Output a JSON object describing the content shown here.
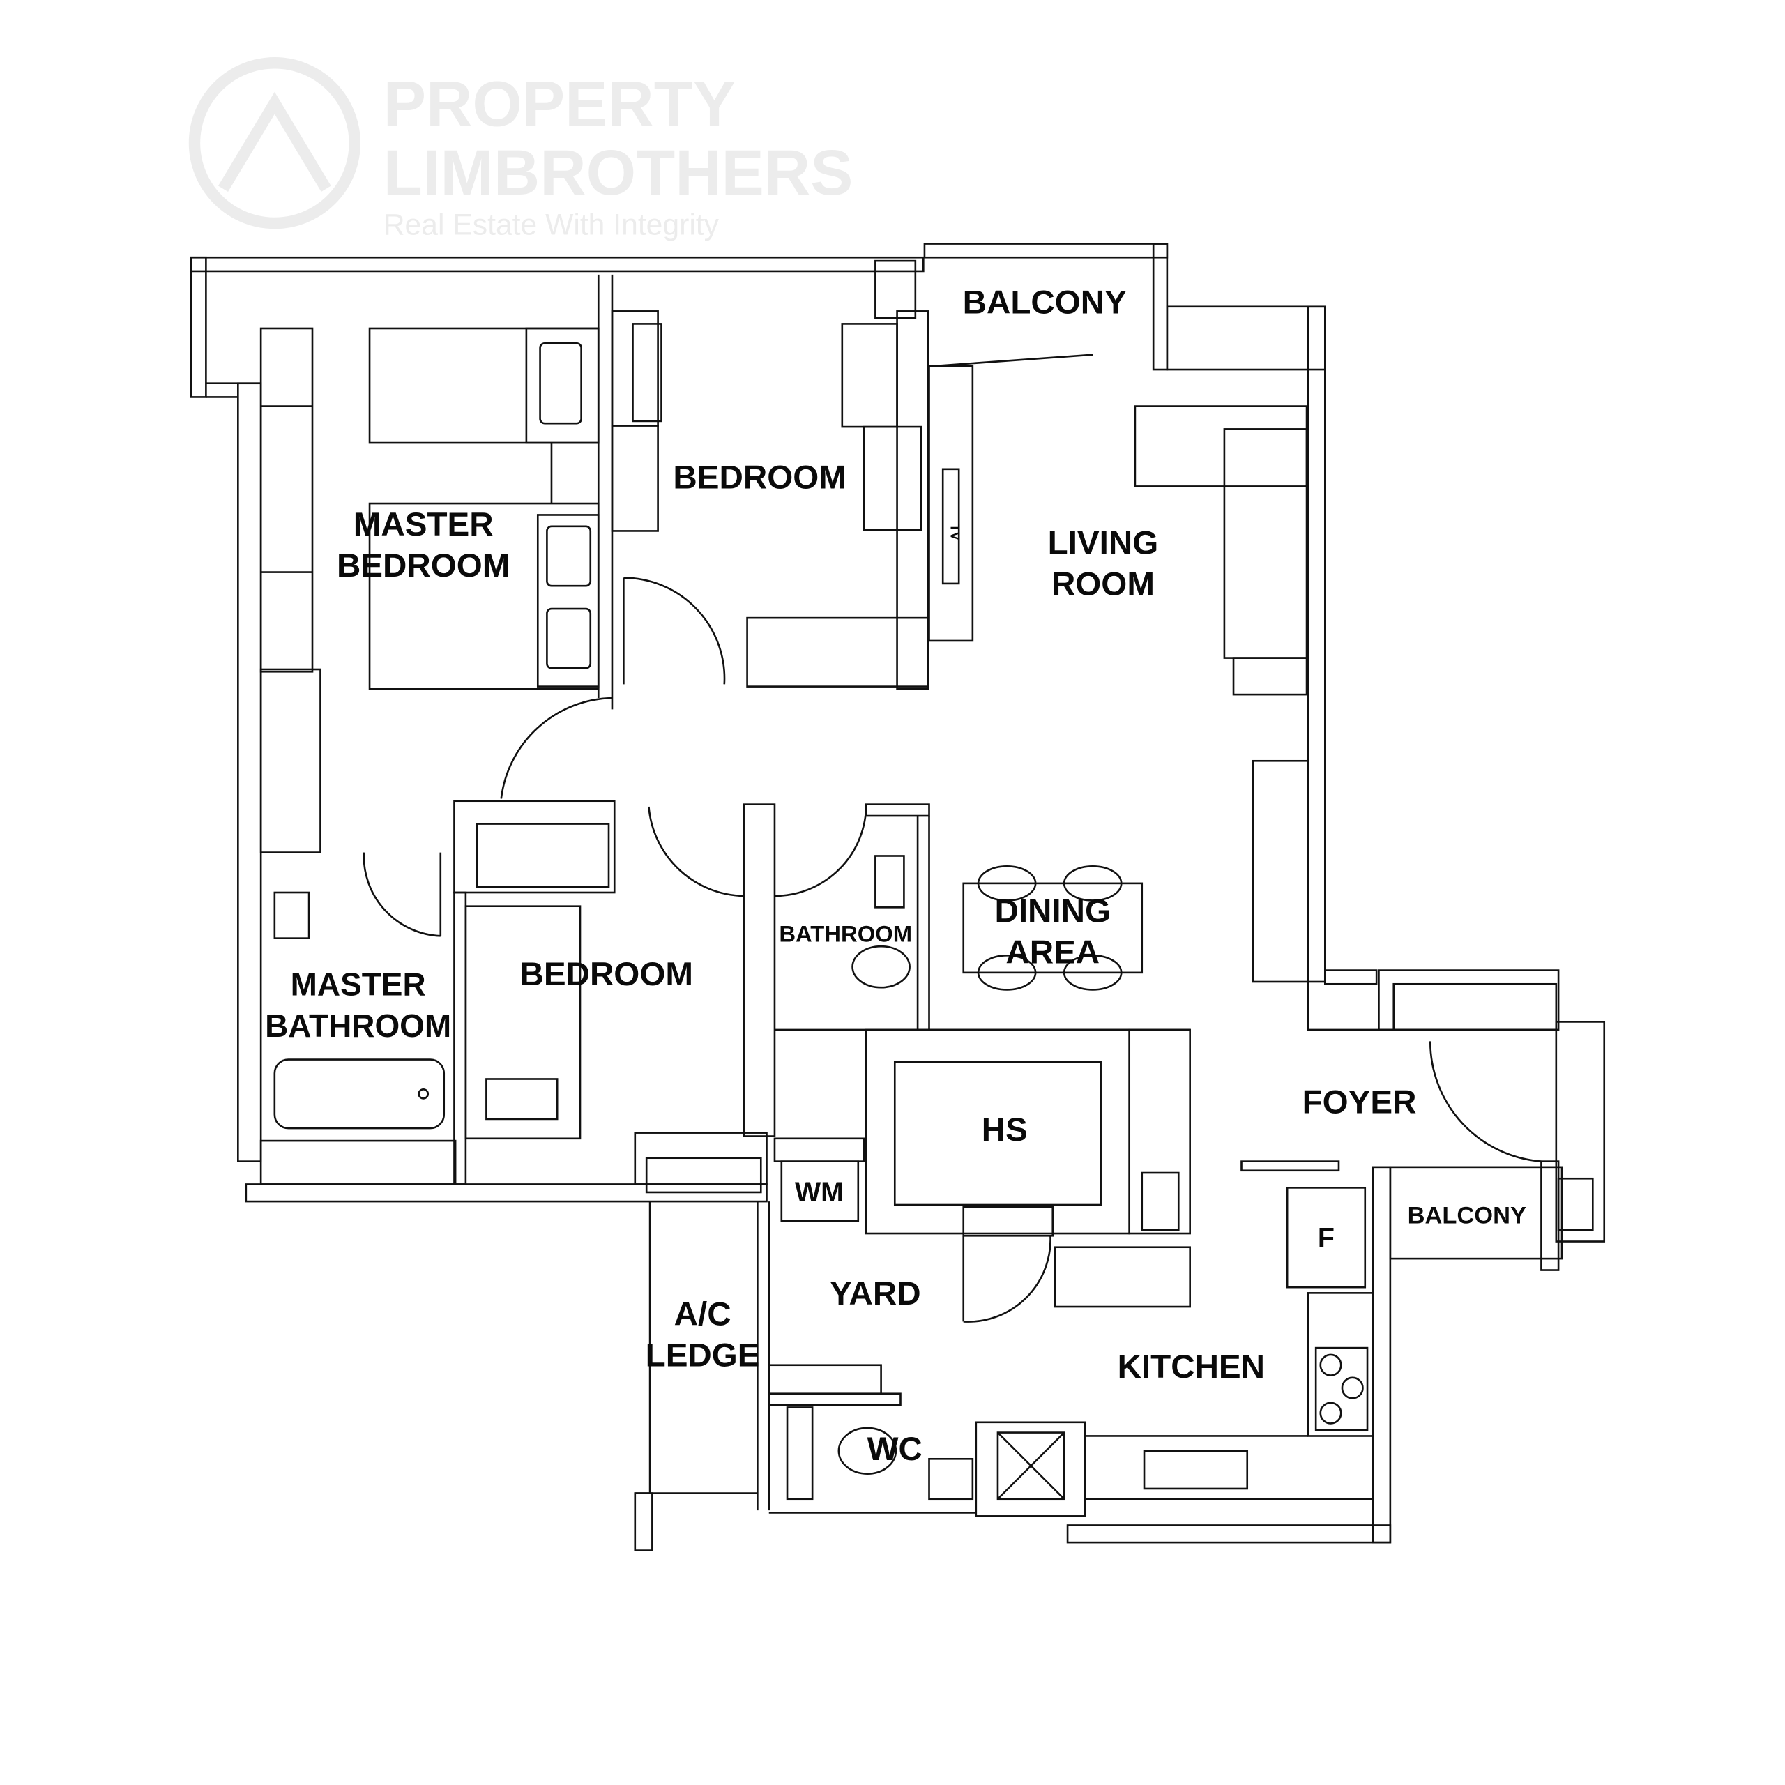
{
  "rooms": {
    "balcony_top": "BALCONY",
    "bedroom_top": "BEDROOM",
    "master_bedroom": [
      "MASTER",
      "BEDROOM"
    ],
    "living_room": [
      "LIVING",
      "ROOM"
    ],
    "dining_area": [
      "DINING",
      "AREA"
    ],
    "bathroom": "BATHROOM",
    "bedroom_lower": "BEDROOM",
    "master_bathroom": [
      "MASTER",
      "BATHROOM"
    ],
    "foyer": "FOYER",
    "hs": "HS",
    "wm": "WM",
    "balcony_right": "BALCONY",
    "fridge": "F",
    "yard": "YARD",
    "ac_ledge": [
      "A/C",
      "LEDGE"
    ],
    "kitchen": "KITCHEN",
    "wc": "WC",
    "tv": "TV"
  },
  "watermark": {
    "brand_line1": "PROPERTY",
    "brand_line2": "LIMBROTHERS",
    "tagline": "Real Estate With Integrity"
  },
  "colors": {
    "line": "#111111",
    "watermark": "#ececec"
  }
}
